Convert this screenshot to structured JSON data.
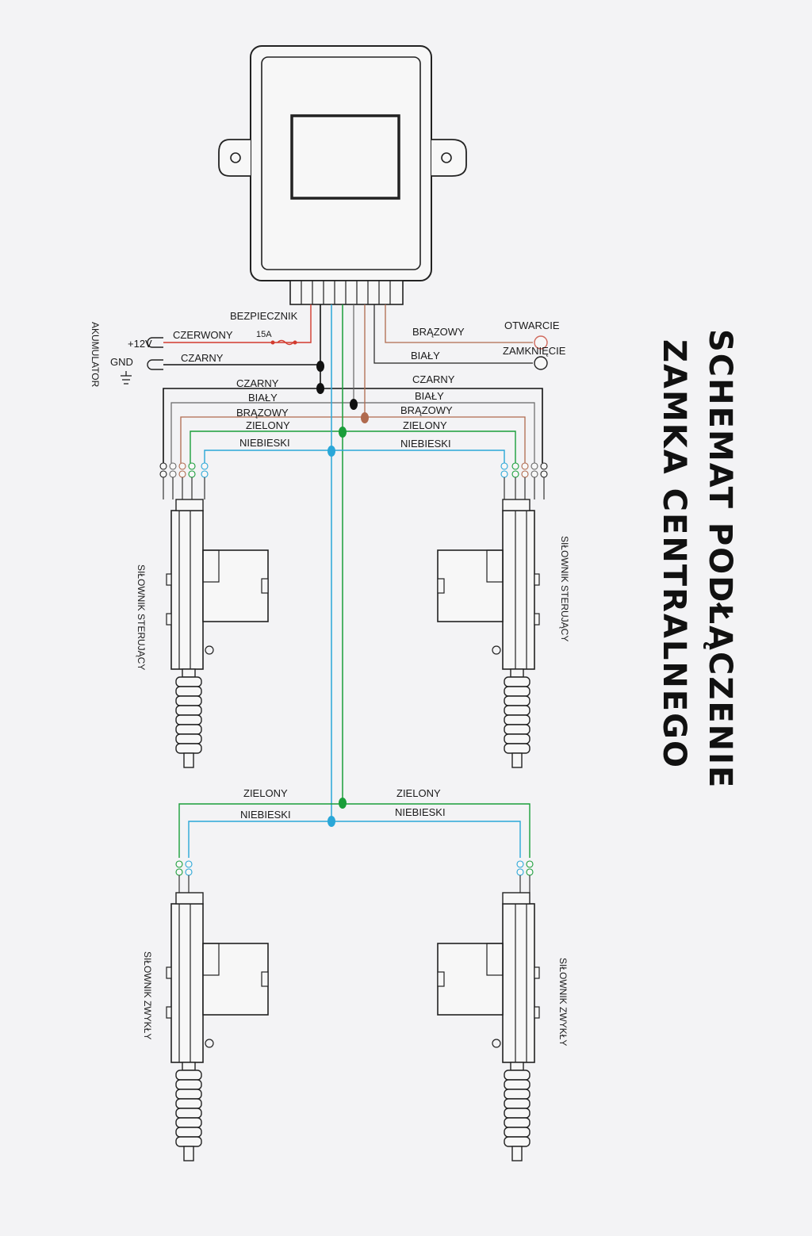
{
  "title": {
    "line1": "SCHEMAT PODŁĄCZENIE",
    "line2": "ZAMKA CENTRALNEGO"
  },
  "power": {
    "battery": "AKUMULATOR",
    "plus": "+12V",
    "gnd": "GND",
    "red_wire": "CZERWONY",
    "black_wire": "CZARNY",
    "fuse": "BEZPIECZNIK",
    "fuse_rating": "15A"
  },
  "switch": {
    "brown": "BRĄZOWY",
    "white": "BIAŁY",
    "open": "OTWARCIE",
    "close": "ZAMKNIĘCIE"
  },
  "bus_left": {
    "black": "CZARNY",
    "white": "BIAŁY",
    "brown": "BRĄZOWY",
    "green": "ZIELONY",
    "blue": "NIEBIESKI"
  },
  "bus_right": {
    "black": "CZARNY",
    "white": "BIAŁY",
    "brown": "BRĄZOWY",
    "green": "ZIELONY",
    "blue": "NIEBIESKI"
  },
  "lower_bus": {
    "green_left": "ZIELONY",
    "green_right": "ZIELONY",
    "blue_left": "NIEBIESKI",
    "blue_right": "NIEBIESKI"
  },
  "actuators": {
    "master_left": "SIŁOWNIK STERUJĄCY",
    "master_right": "SIŁOWNIK STERUJĄCY",
    "slave_left": "SIŁOWNIK ZWYKŁY",
    "slave_right": "SIŁOWNIK ZWYKŁY"
  },
  "colors": {
    "green": "#1a9e3a",
    "blue": "#2aa7d8",
    "brown": "#b06a4e",
    "red": "#d23b2e",
    "black": "#111111"
  }
}
